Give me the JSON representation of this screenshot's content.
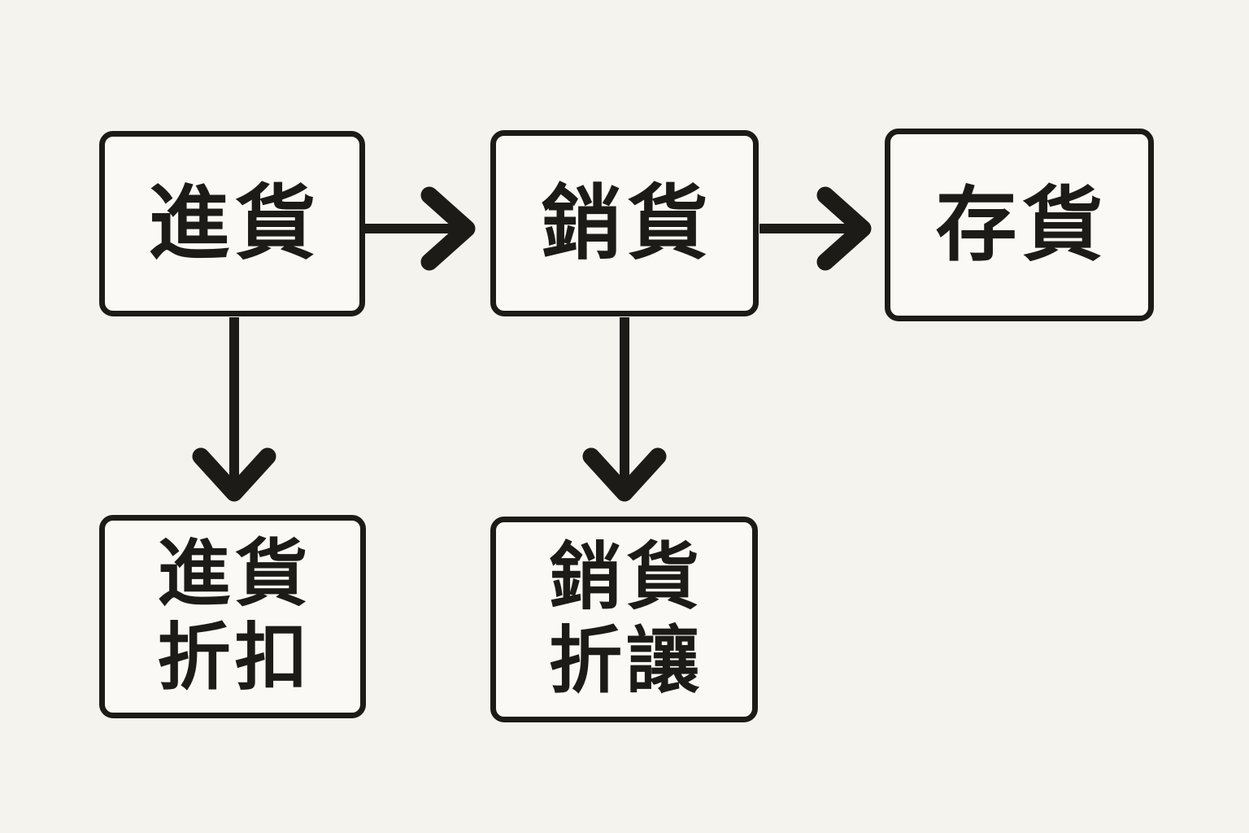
{
  "diagram": {
    "type": "flowchart",
    "topic": "merchandising accounts flow",
    "colors": {
      "background": "#f5f3ee",
      "node_fill": "#faf9f5",
      "stroke": "#1d1b18"
    },
    "nodes": [
      {
        "id": "purchases",
        "label": "進貨"
      },
      {
        "id": "sales",
        "label": "銷貨"
      },
      {
        "id": "inventory",
        "label": "存貨"
      },
      {
        "id": "purchase-discount",
        "label": "進貨折扣",
        "lines": [
          "進貨",
          "折扣"
        ]
      },
      {
        "id": "sales-allowance",
        "label": "銷貨折讓",
        "lines": [
          "銷貨",
          "折讓"
        ]
      }
    ],
    "edges": [
      {
        "from": "purchases",
        "to": "sales",
        "direction": "right"
      },
      {
        "from": "sales",
        "to": "inventory",
        "direction": "right"
      },
      {
        "from": "purchases",
        "to": "purchase-discount",
        "direction": "down"
      },
      {
        "from": "sales",
        "to": "sales-allowance",
        "direction": "down"
      }
    ]
  }
}
